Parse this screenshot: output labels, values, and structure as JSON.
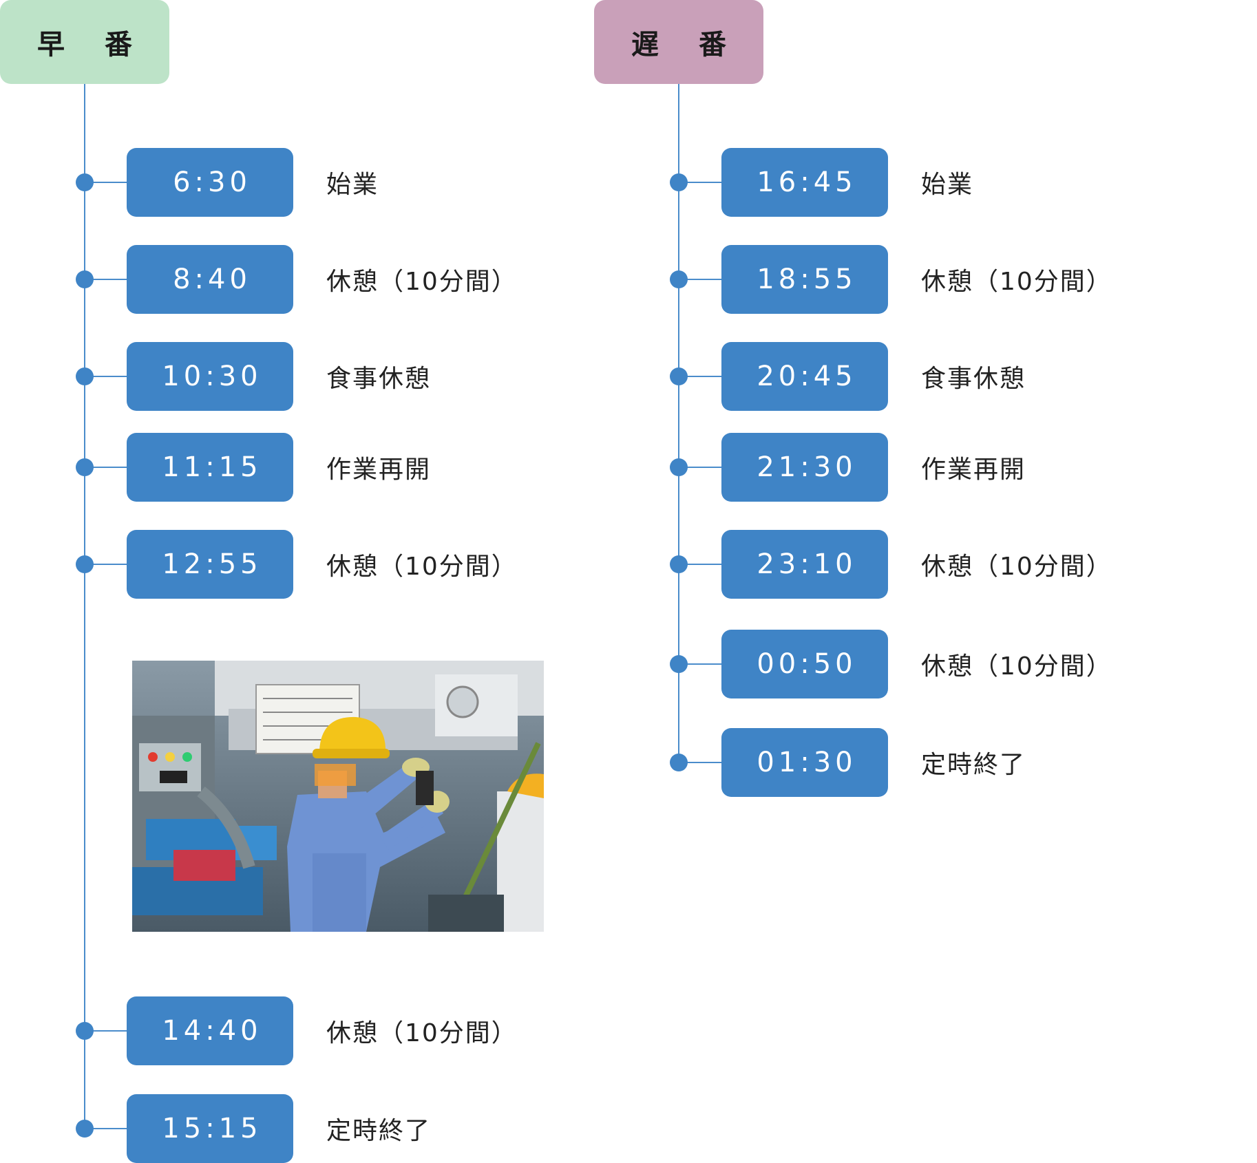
{
  "early_shift": {
    "title": "早 番",
    "color": "#bde3c8",
    "rows": [
      {
        "time": "6:30",
        "label": "始業"
      },
      {
        "time": "8:40",
        "label": "休憩（10分間）"
      },
      {
        "time": "10:30",
        "label": "食事休憩"
      },
      {
        "time": "11:15",
        "label": "作業再開"
      },
      {
        "time": "12:55",
        "label": "休憩（10分間）"
      },
      {
        "time": "14:40",
        "label": "休憩（10分間）"
      },
      {
        "time": "15:15",
        "label": "定時終了"
      }
    ]
  },
  "late_shift": {
    "title": "遅 番",
    "color": "#c9a0b9",
    "rows": [
      {
        "time": "16:45",
        "label": "始業"
      },
      {
        "time": "18:55",
        "label": "休憩（10分間）"
      },
      {
        "time": "20:45",
        "label": "食事休憩"
      },
      {
        "time": "21:30",
        "label": "作業再開"
      },
      {
        "time": "23:10",
        "label": "休憩（10分間）"
      },
      {
        "time": "00:50",
        "label": "休憩（10分間）"
      },
      {
        "time": "01:30",
        "label": "定時終了"
      }
    ]
  },
  "accent_color": "#3f84c6",
  "photo": {
    "icon": "factory-worker-photo"
  }
}
